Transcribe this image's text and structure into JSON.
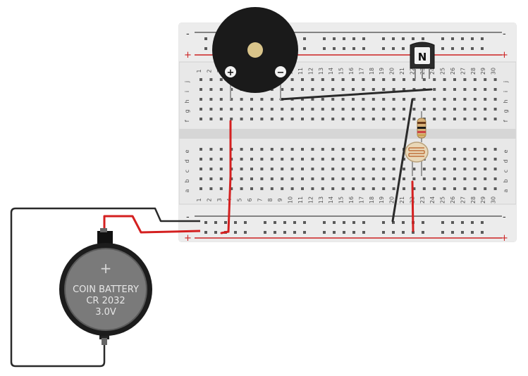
{
  "breadboard": {
    "rail_top_minus_label": "-",
    "rail_top_plus_label": "+",
    "rail_bottom_minus_label": "-",
    "rail_bottom_plus_label": "+",
    "columns": [
      "1",
      "2",
      "3",
      "4",
      "5",
      "6",
      "7",
      "8",
      "9",
      "10",
      "11",
      "12",
      "13",
      "14",
      "15",
      "16",
      "17",
      "18",
      "19",
      "20",
      "21",
      "22",
      "23",
      "24",
      "25",
      "26",
      "27",
      "28",
      "29",
      "30"
    ],
    "rows_top": [
      "j",
      "i",
      "h",
      "g",
      "f"
    ],
    "rows_bottom": [
      "e",
      "d",
      "c",
      "b",
      "a"
    ]
  },
  "buzzer": {
    "plus_label": "+",
    "minus_label": "−"
  },
  "transistor": {
    "label": "N"
  },
  "battery": {
    "line1": "COIN BATTERY",
    "line2": "CR 2032",
    "line3": "3.0V",
    "plus_label": "+"
  },
  "colors": {
    "breadboard": "#e6e6e6",
    "rail_red": "#cc2222",
    "wire_red": "#d42020",
    "wire_black": "#2a2a2a",
    "wire_dark": "#333333",
    "buzzer_body": "#1a1a1a",
    "buzzer_center": "#d9c48a",
    "battery_body": "#7a7a7a",
    "battery_holder": "#1c1c1c"
  },
  "icons": {
    "buzzer": "piezo-buzzer-icon",
    "transistor": "npn-transistor-icon",
    "photoresistor": "photoresistor-icon",
    "resistor": "resistor-icon",
    "battery": "coin-battery-icon"
  }
}
